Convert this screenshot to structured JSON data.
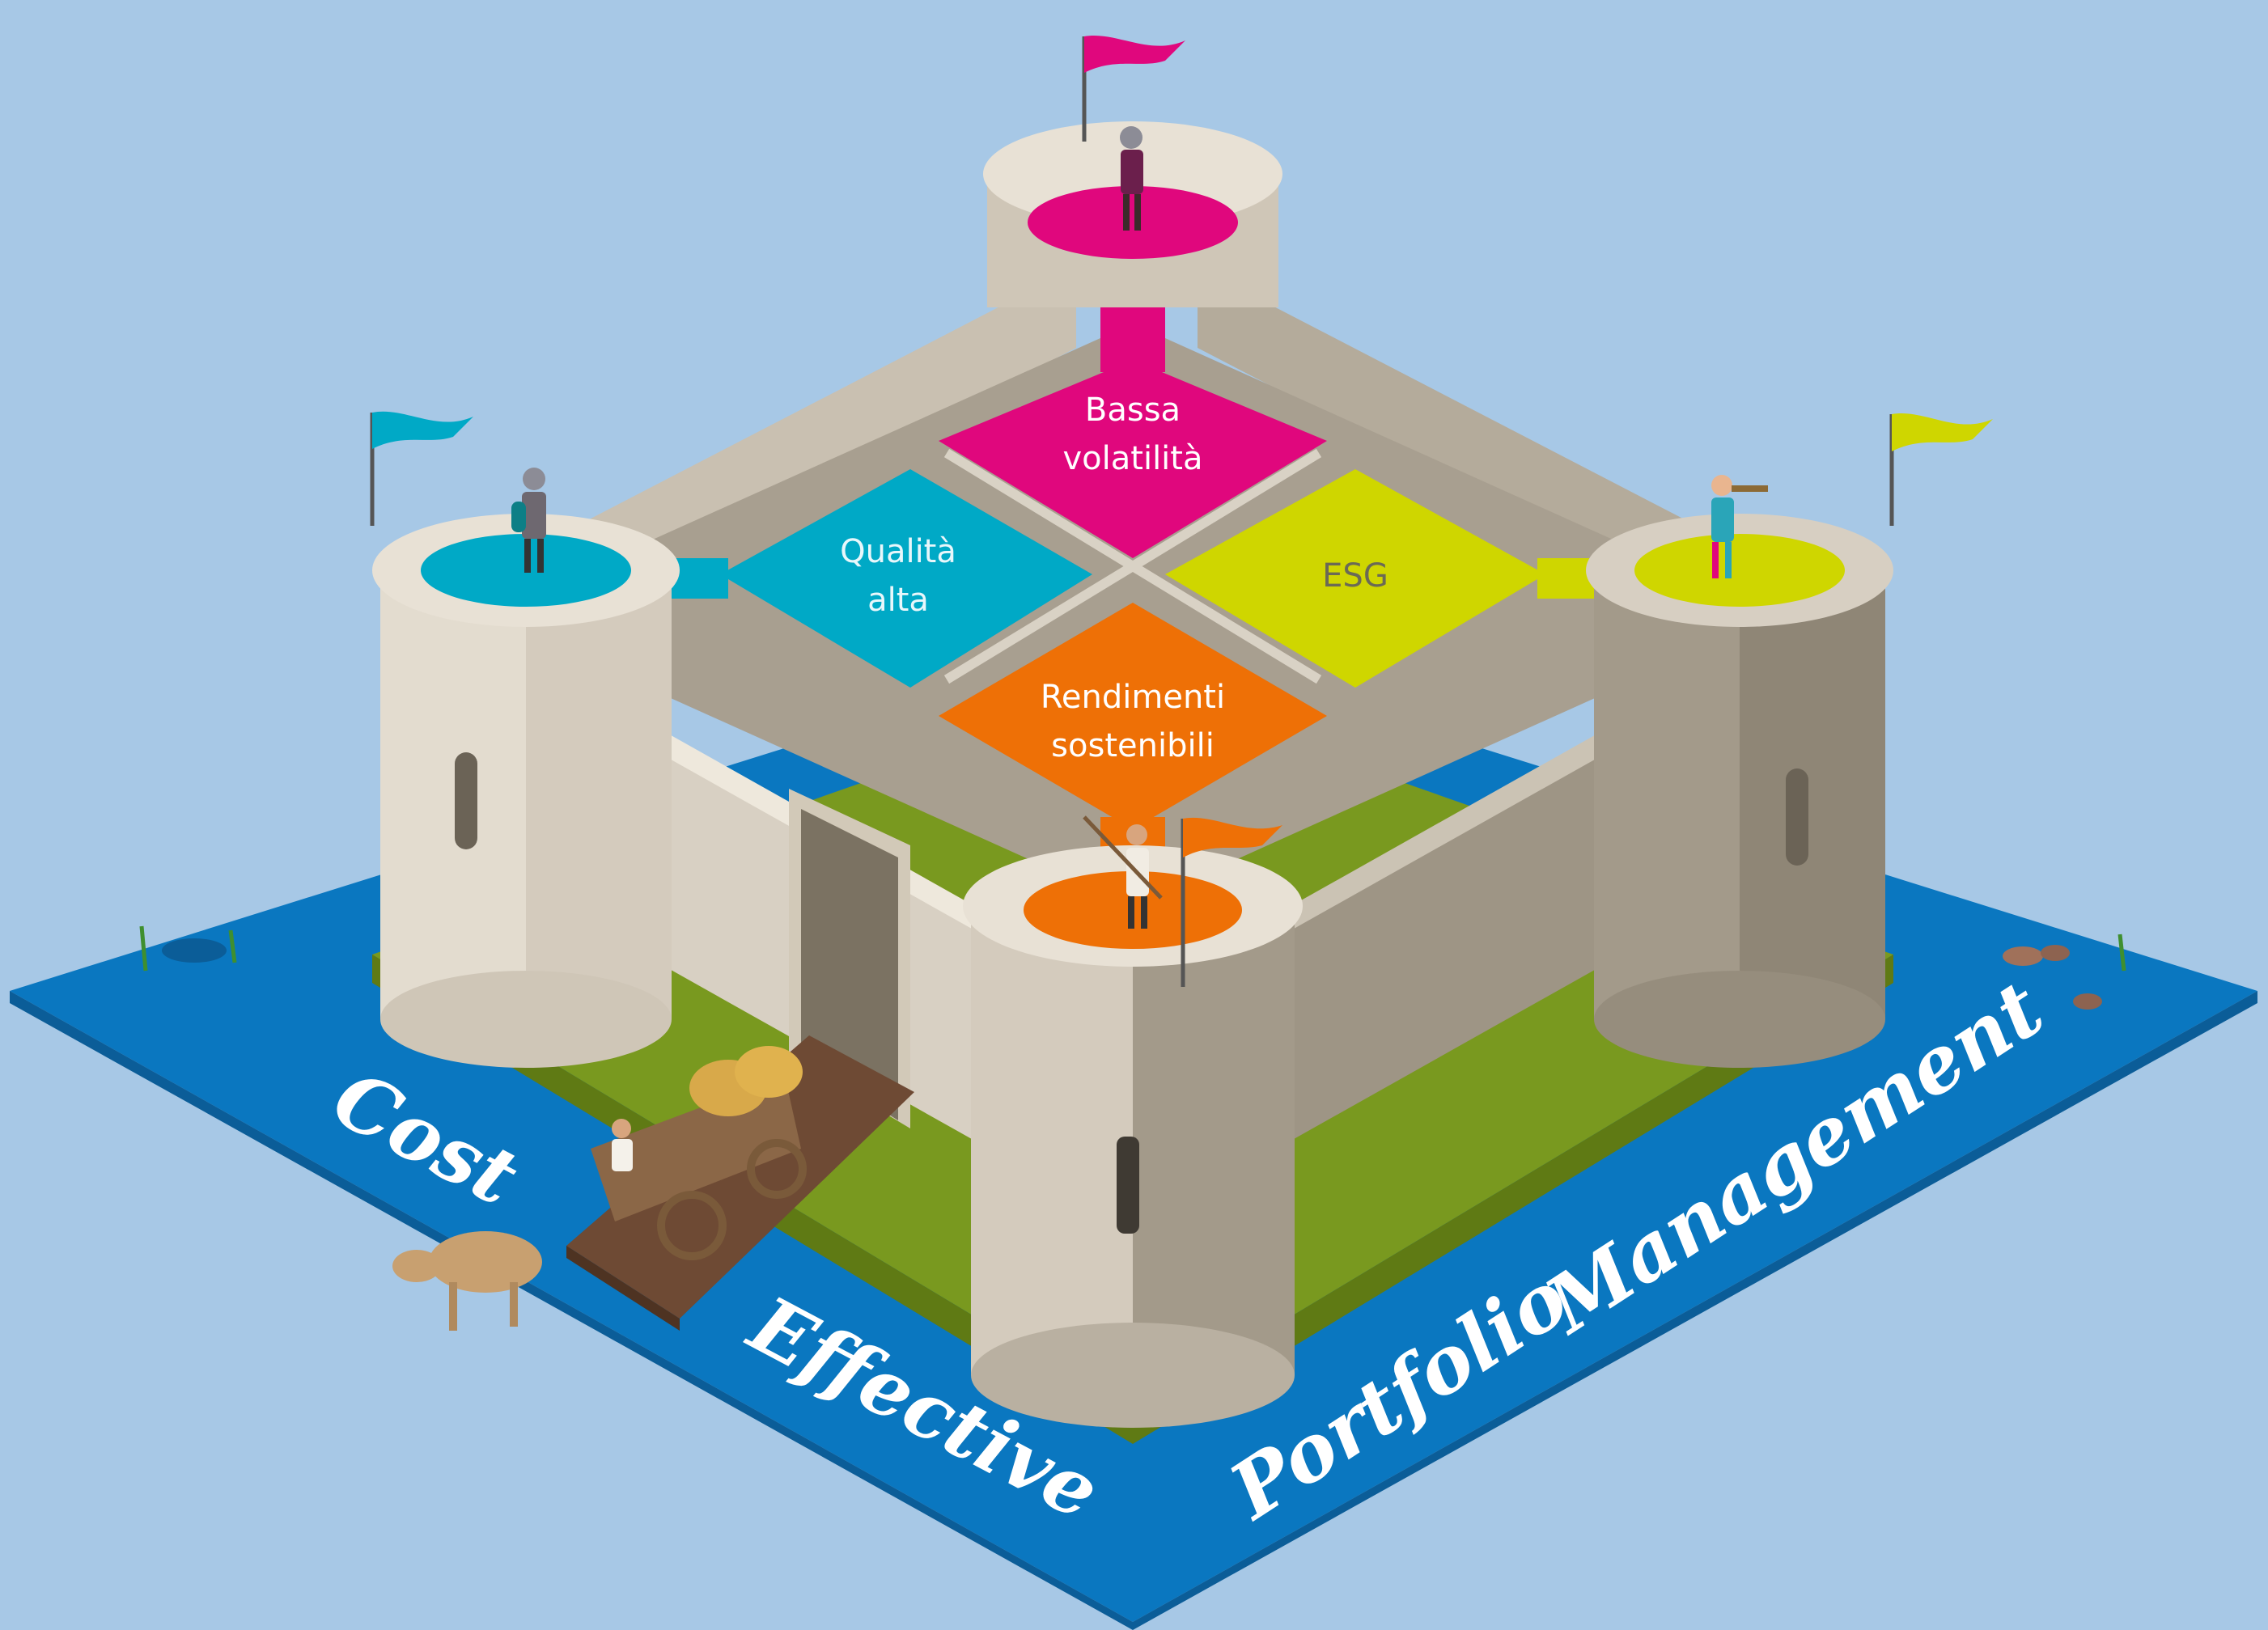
{
  "zones": [
    {
      "id": "top",
      "lines": [
        "Bassa",
        "volatilità"
      ],
      "color": "#e0077d",
      "text_color": "#ffffff"
    },
    {
      "id": "left",
      "lines": [
        "Qualità",
        "alta"
      ],
      "color": "#00a9c6",
      "text_color": "#e8f7fb"
    },
    {
      "id": "right",
      "lines": [
        "ESG"
      ],
      "color": "#cfd600",
      "text_color": "#6b6a55"
    },
    {
      "id": "bottom",
      "lines": [
        "Rendimenti",
        "sostenibili"
      ],
      "color": "#ee7006",
      "text_color": "#ffffff"
    }
  ],
  "moat_words": [
    "Cost",
    "Effective",
    "Portfolio",
    "Management"
  ],
  "flag_colors": {
    "top": "#e0077d",
    "left": "#00a9c6",
    "right": "#cfd600",
    "front": "#ee7006"
  },
  "colors": {
    "sky": "#a7c8e6",
    "moat": "#0a77c0",
    "moat_edge": "#0b5d98",
    "grass": "#79991f",
    "stone_light": "#e3dccf",
    "stone_mid": "#c9c0b1",
    "stone_dark": "#9c9282",
    "wall_top": "#bdb4a5"
  }
}
